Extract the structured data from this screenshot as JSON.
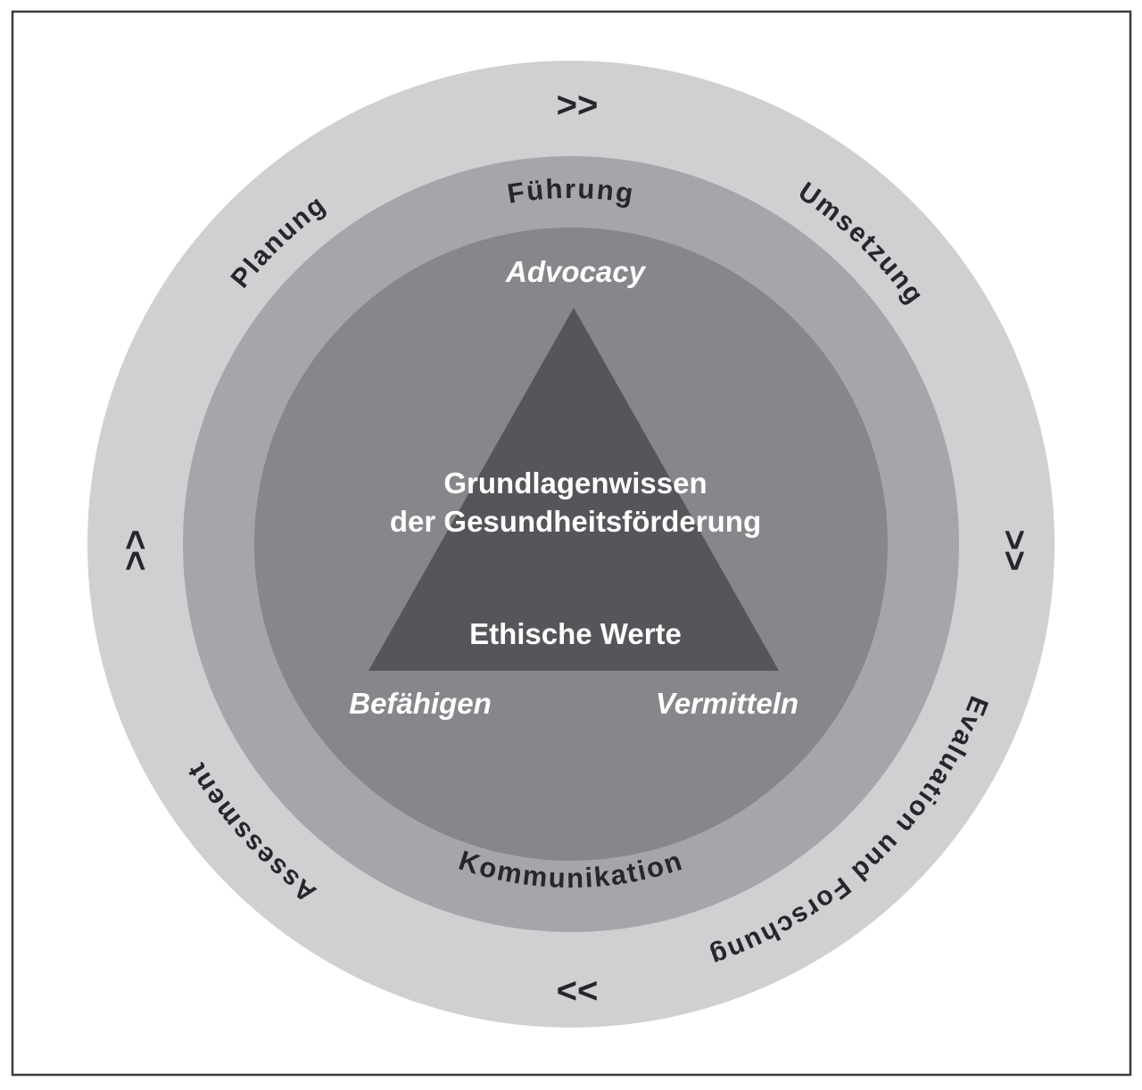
{
  "figure": {
    "outer_ring": {
      "color": "#d0d0d3",
      "labels": {
        "top_left": "Planung",
        "top_right": "Umsetzung",
        "bottom_right": "Evaluation und Forschung",
        "bottom_left": "Assessment"
      },
      "arrows": {
        "top": ">>",
        "right": ">>",
        "bottom": "<<",
        "left": ">>"
      }
    },
    "middle_ring": {
      "color": "#a6a6aa",
      "labels": {
        "top": "Führung",
        "bottom": "Kommunikation"
      }
    },
    "inner_circle": {
      "color": "#87878b",
      "labels": {
        "top": "Advocacy",
        "bottom_left": "Befähigen",
        "bottom_right": "Vermitteln"
      }
    },
    "triangle": {
      "color": "#55555a",
      "labels": {
        "center_line1": "Grundlagenwissen",
        "center_line2": "der Gesundheitsförderung",
        "bottom": "Ethische Werte"
      }
    },
    "text_colors": {
      "dark": "#26262b",
      "light": "#ffffff"
    }
  }
}
